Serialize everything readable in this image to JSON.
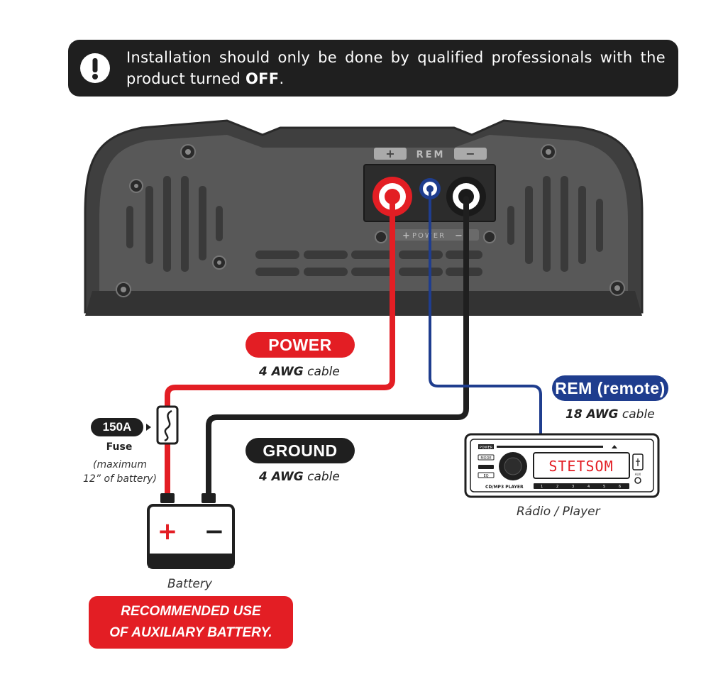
{
  "warning": {
    "icon": "exclamation-icon",
    "text_part1": "Installation should only be done by qualified professionals with the product turned ",
    "text_bold": "OFF",
    "text_end": "."
  },
  "amplifier": {
    "rem_label": "REM",
    "plus_symbol": "+",
    "minus_symbol": "−",
    "power_label": "POWER"
  },
  "labels": {
    "power": {
      "title": "POWER",
      "spec_bold": "4 AWG",
      "spec_rest": " cable",
      "color": "#e31e24"
    },
    "ground": {
      "title": "GROUND",
      "spec_bold": "4 AWG",
      "spec_rest": " cable",
      "color": "#1f1f1f"
    },
    "rem": {
      "title": "REM (remote)",
      "spec_bold": "18 AWG",
      "spec_rest": " cable",
      "color": "#1f3d8e"
    }
  },
  "fuse": {
    "rating": "150A",
    "label": "Fuse",
    "note_line1": "(maximum",
    "note_line2": "12” of battery)"
  },
  "battery": {
    "caption": "Battery",
    "plus": "+",
    "minus": "−"
  },
  "radio": {
    "display_text": "STETSOM",
    "caption": "Rádio / Player",
    "btn_power": "POWER",
    "btn_mode": "MODE",
    "btn_eq": "EQ",
    "model_label": "CD/MP3 PLAYER",
    "aux_label": "AUX",
    "presets": [
      "1",
      "2",
      "3",
      "4",
      "5",
      "6"
    ]
  },
  "recommendation": {
    "line1": "RECOMMENDED USE",
    "line2": "OF AUXILIARY BATTERY."
  }
}
